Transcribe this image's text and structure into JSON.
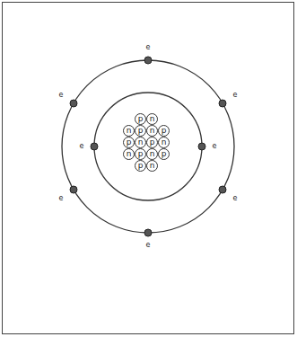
{
  "diagram": {
    "nodes": [
      {
        "text": [
          "p"
        ]
      },
      {
        "text": [
          "n"
        ]
      },
      {
        "text": [
          "n"
        ]
      },
      {
        "text": [
          "p"
        ]
      },
      {
        "text": [
          "n"
        ]
      },
      {
        "text": [
          "p"
        ]
      },
      {
        "text": [
          "p"
        ]
      },
      {
        "text": [
          "n"
        ]
      },
      {
        "text": [
          "p"
        ]
      },
      {
        "text": [
          "n"
        ]
      },
      {
        "text": [
          "n"
        ]
      },
      {
        "text": [
          "p"
        ]
      },
      {
        "text": [
          "n"
        ]
      },
      {
        "text": [
          "p"
        ]
      },
      {
        "text": [
          "p"
        ]
      },
      {
        "text": [
          "n"
        ]
      }
    ],
    "labels": [
      "e",
      "e",
      "e",
      "e",
      "e",
      "e",
      "e",
      "e"
    ]
  }
}
